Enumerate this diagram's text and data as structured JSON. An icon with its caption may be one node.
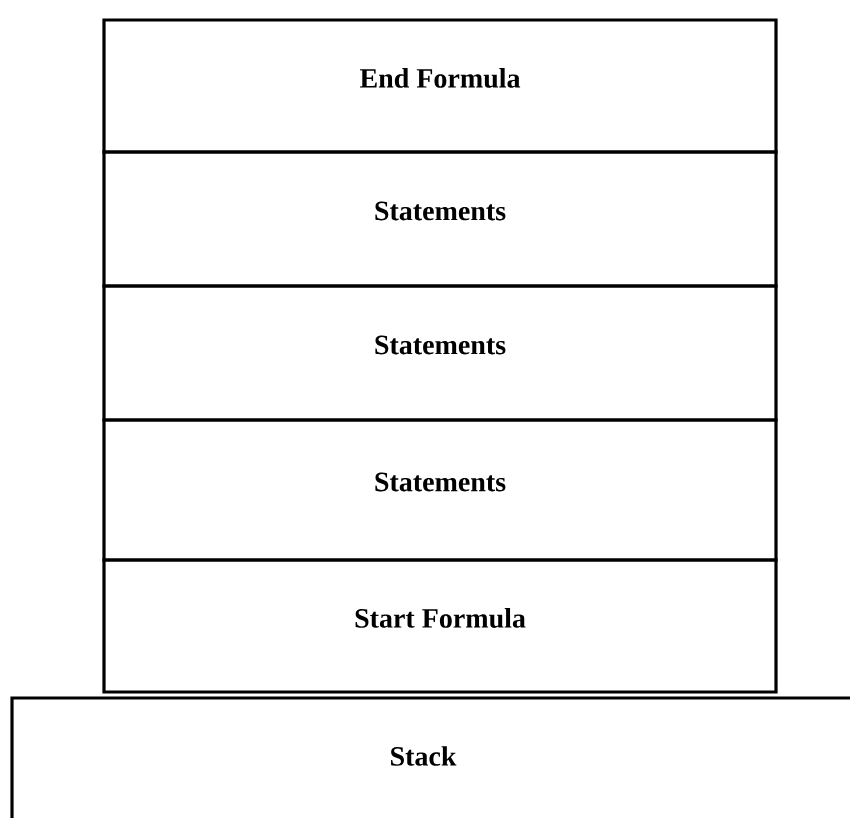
{
  "diagram": {
    "nodes": [
      {
        "text": [
          "End Formula"
        ]
      },
      {
        "text": [
          "Statements"
        ]
      },
      {
        "text": [
          "Statements"
        ]
      },
      {
        "text": [
          "Statements"
        ]
      },
      {
        "text": [
          "Start Formula"
        ]
      },
      {
        "text": [
          "Stack"
        ]
      }
    ]
  }
}
